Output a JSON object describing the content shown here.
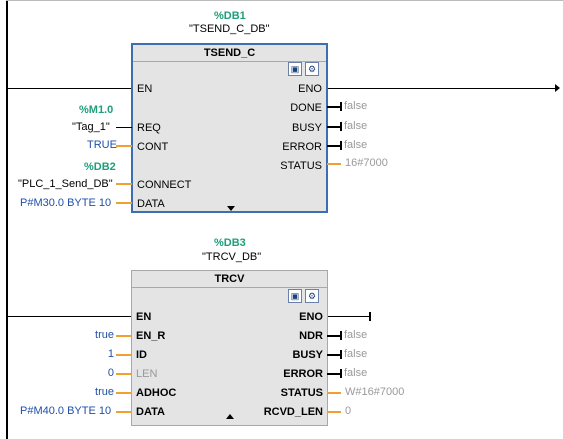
{
  "network1": {
    "db_tag": "%DB1",
    "db_name": "\"TSEND_C_DB\"",
    "block": {
      "title": "TSEND_C",
      "inputs": [
        "EN",
        "REQ",
        "CONT",
        "CONNECT",
        "DATA"
      ],
      "outputs": [
        "ENO",
        "DONE",
        "BUSY",
        "ERROR",
        "STATUS"
      ]
    },
    "left_params": {
      "req_tag": "%M1.0",
      "req_name": "\"Tag_1\"",
      "cont_value": "TRUE",
      "connect_tag": "%DB2",
      "connect_name": "\"PLC_1_Send_DB\"",
      "data_value": "P#M30.0 BYTE 10"
    },
    "right_values": {
      "done": "false",
      "busy": "false",
      "error": "false",
      "status": "16#7000"
    }
  },
  "network2": {
    "db_tag": "%DB3",
    "db_name": "\"TRCV_DB\"",
    "block": {
      "title": "TRCV",
      "inputs": [
        "EN",
        "EN_R",
        "ID",
        "LEN",
        "ADHOC",
        "DATA"
      ],
      "outputs": [
        "ENO",
        "NDR",
        "BUSY",
        "ERROR",
        "STATUS",
        "RCVD_LEN"
      ]
    },
    "left_params": {
      "en_r_value": "true",
      "id_value": "1",
      "len_value": "0",
      "adhoc_value": "true",
      "data_value": "P#M40.0 BYTE 10"
    },
    "right_values": {
      "ndr": "false",
      "busy": "false",
      "error": "false",
      "status": "W#16#7000",
      "rcvd_len": "0"
    }
  },
  "icons": [
    "block-online-icon",
    "block-monitor-icon"
  ],
  "colors": {
    "wire_orange": "#f0a030",
    "tag_green": "#1e9e7a",
    "value_blue": "#1f4fa8",
    "block_bg": "#e4e4e4",
    "selection_border": "#3d6fb0"
  }
}
